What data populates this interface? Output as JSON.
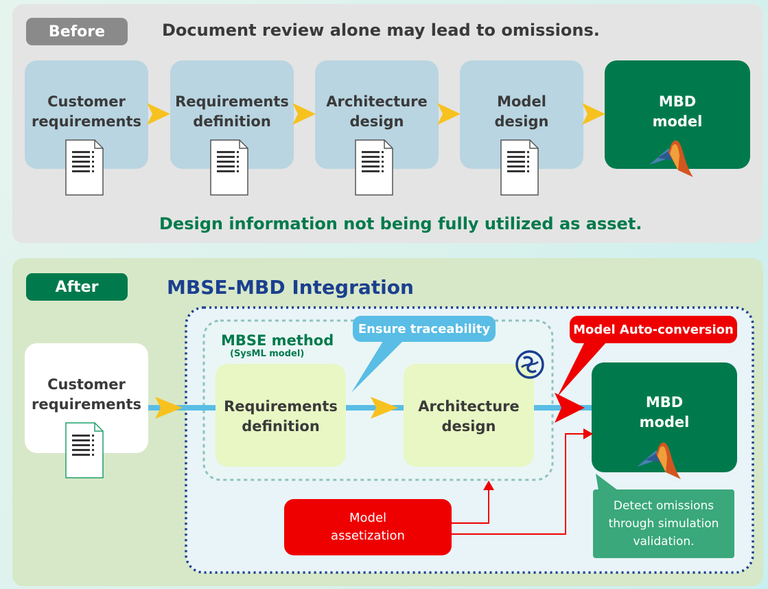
{
  "before": {
    "tag": "Before",
    "heading": "Document review alone may lead to omissions.",
    "steps": [
      {
        "label": "Customer\nrequirements"
      },
      {
        "label": "Requirements\ndefinition"
      },
      {
        "label": "Architecture\ndesign"
      },
      {
        "label": "Model\ndesign"
      },
      {
        "label": "MBD\nmodel"
      }
    ],
    "footer": "Design information not being fully utilized as asset."
  },
  "after": {
    "tag": "After",
    "heading": "MBSE-MBD Integration",
    "mbse_title": "MBSE method",
    "mbse_subtitle": "(SysML model)",
    "customer": "Customer\nrequirements",
    "req_def": "Requirements\ndefinition",
    "arch": "Architecture\ndesign",
    "mbd": "MBD\nmodel",
    "traceability": "Ensure traceability",
    "auto_conversion": "Model Auto-conversion",
    "assetization": "Model\nassetization",
    "detect": "Detect omissions\nthrough simulation\nvalidation."
  },
  "colors": {
    "green": "#007a4c",
    "light_blue": "#b9d5e1",
    "light_green": "#e8f7c4",
    "red": "#ef0000",
    "yellow_arrow": "#f7c21f",
    "blue_line": "#59bde5",
    "navy": "#1b3f8f"
  },
  "icons": [
    "document-icon",
    "matlab-logo-icon",
    "sysml-tool-logo-icon"
  ]
}
